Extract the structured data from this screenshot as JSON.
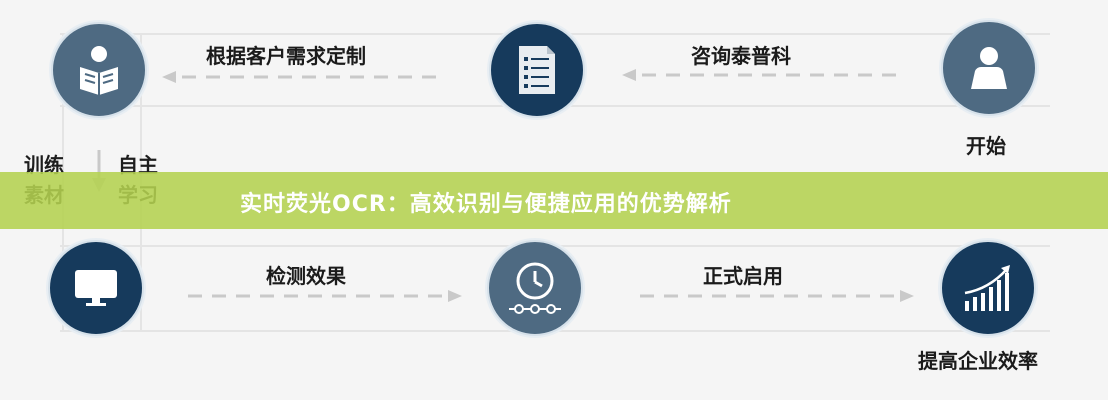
{
  "banner": {
    "title": "实时荧光OCR：高效识别与便捷应用的优势解析"
  },
  "steps": {
    "start": "开始",
    "consult": "咨询泰普科",
    "customize": "根据客户需求定制",
    "train_left": "训练\n素材",
    "train_right": "自主\n学习",
    "test": "检测效果",
    "launch": "正式启用",
    "improve": "提高企业效率"
  },
  "icons": {
    "start": "person-icon",
    "consult": "checklist-document-icon",
    "customize": "reading-person-icon",
    "train": "monitor-icon",
    "test": "clock-timeline-icon",
    "improve": "growth-chart-icon"
  },
  "colors": {
    "dark_circle": "#163a5c",
    "light_circle": "#4e6a82",
    "banner": "#b4d150",
    "arrow": "#c9c9c9"
  }
}
